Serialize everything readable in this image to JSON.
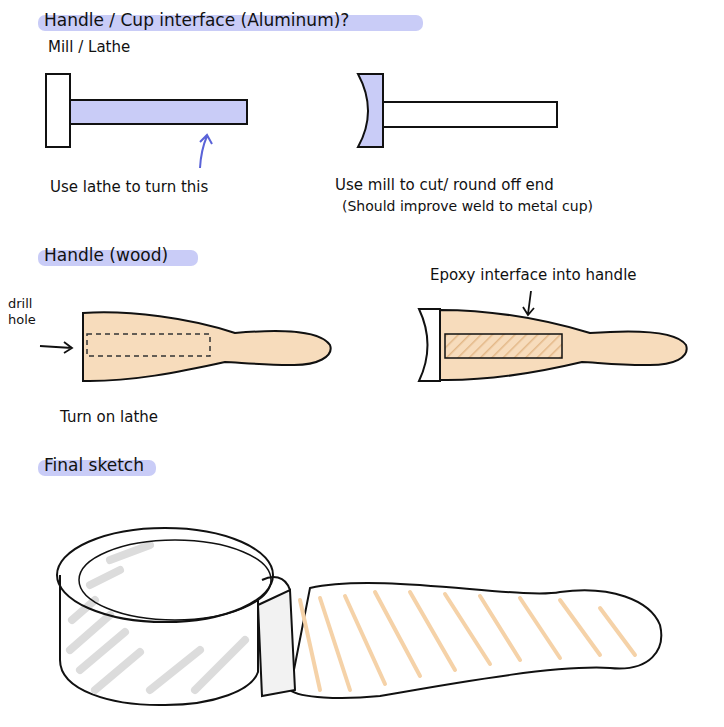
{
  "diagram": {
    "labels": [
      "Handle / Cup interface (Aluminum)?",
      "Mill / Lathe",
      "Use lathe to turn this",
      "Use mill to cut/ round off end",
      "(Should improve weld to metal cup)",
      "Handle (wood)",
      "drill hole",
      "Turn on lathe",
      "Epoxy interface into handle",
      "Final sketch"
    ]
  }
}
